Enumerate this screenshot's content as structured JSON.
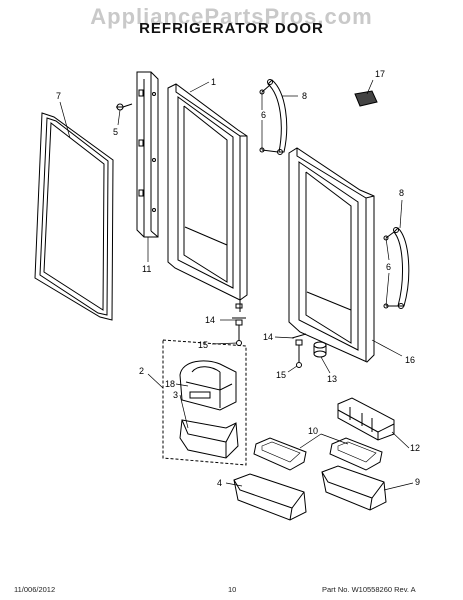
{
  "watermark": "AppliancePartsPros.com",
  "title": "REFRIGERATOR DOOR",
  "callouts": {
    "c1": "1",
    "c2": "2",
    "c3": "3",
    "c4": "4",
    "c5": "5",
    "c6a": "6",
    "c6b": "6",
    "c7": "7",
    "c8a": "8",
    "c8b": "8",
    "c9": "9",
    "c10": "10",
    "c11": "11",
    "c12": "12",
    "c13": "13",
    "c14a": "14",
    "c14b": "14",
    "c15a": "15",
    "c15b": "15",
    "c16": "16",
    "c17": "17",
    "c18": "18"
  },
  "footer": {
    "date": "11/006/2012",
    "page": "10",
    "part_no": "Part No. W10558260  Rev. A"
  }
}
